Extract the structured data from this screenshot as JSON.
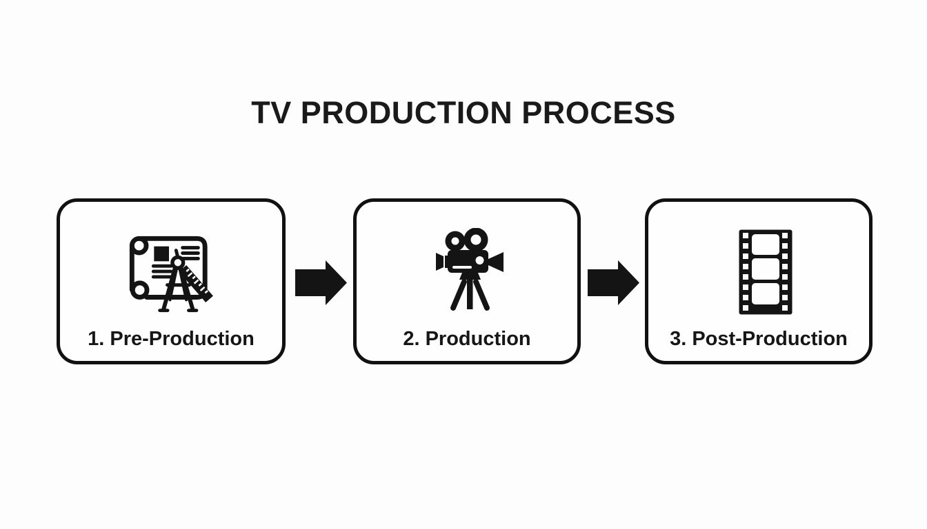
{
  "title": "TV PRODUCTION PROCESS",
  "flow": {
    "steps": [
      {
        "label": "1. Pre-Production",
        "icon": "blueprint-compass-ruler-icon"
      },
      {
        "label": "2. Production",
        "icon": "movie-camera-tripod-icon"
      },
      {
        "label": "3. Post-Production",
        "icon": "film-strip-icon"
      }
    ],
    "connectors": [
      {
        "type": "arrow-right"
      },
      {
        "type": "arrow-right"
      }
    ]
  },
  "colors": {
    "background": "#fdfdfd",
    "ink": "#141414",
    "box_border": "#111111",
    "text": "#1a1a1a"
  }
}
